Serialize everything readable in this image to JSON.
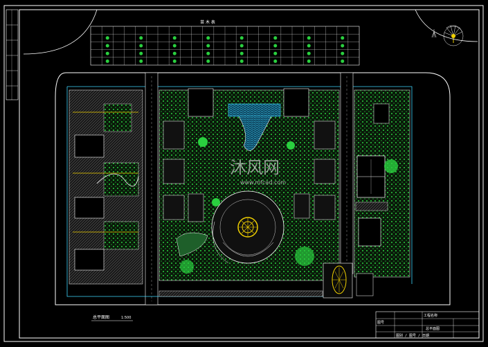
{
  "drawing": {
    "table_title": "苗 木 表",
    "watermark_cn": "沐风网",
    "watermark_url": "www.mfcad.com",
    "plan_label": "总平面图",
    "scale_label": "1:500",
    "title_block": {
      "header": "工程名称",
      "field": "图号",
      "sheet_title": "总平面图",
      "footer": "图别 / 图号 / 日期"
    }
  },
  "colors": {
    "background": "#000000",
    "linework": "#ffffff",
    "planting": "#22c93a",
    "water": "#3fd7ff",
    "road_line": "#ffffff",
    "hatch": "#7a7a7a",
    "accent_yellow": "#f0d000",
    "accent_magenta": "#e040e0"
  },
  "icons": {
    "north_arrow": "north-arrow-icon",
    "rose": "compass-rose-icon"
  }
}
